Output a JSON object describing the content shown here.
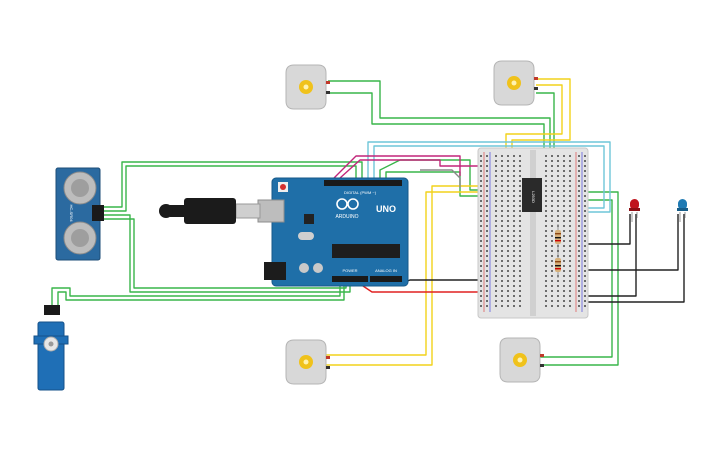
{
  "colors": {
    "wire_green": "#39b54a",
    "wire_yellow": "#f2d21b",
    "wire_red": "#e02020",
    "wire_black": "#222222",
    "wire_cyan": "#6fc6d8",
    "wire_magenta": "#c2257a",
    "arduino_blue": "#1f6fa8",
    "breadboard": "#e4e4e4",
    "motor_body": "#d8d8d8",
    "motor_shaft": "#f0c21b",
    "led_red": "#c0141c",
    "led_blue": "#1f7ab3",
    "servo_blue": "#1f6fb6",
    "sensor_blue": "#2b6aa0"
  },
  "arduino": {
    "brand": "ARDUINO",
    "model": "UNO",
    "header_digital": "DIGITAL (PWM ~)",
    "header_power": "POWER",
    "header_analog": "ANALOG IN",
    "icon": "arduino-infinity-icon"
  },
  "ultrasonic": {
    "label": "HC-SR04"
  },
  "ic": {
    "label": "L293D"
  },
  "components": {
    "motors": [
      "dc-motor-top-left",
      "dc-motor-top-right",
      "dc-motor-bottom-left",
      "dc-motor-bottom-right"
    ],
    "leds": [
      "red-led",
      "blue-led"
    ],
    "resistors": 2
  }
}
